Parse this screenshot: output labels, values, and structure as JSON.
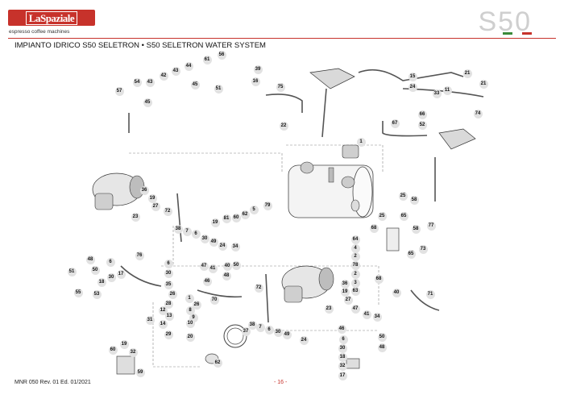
{
  "header": {
    "brand": "LaSpaziale",
    "tagline": "espresso coffee machines",
    "model": "S50",
    "flag_colors": [
      "#3c8a3a",
      "#ffffff",
      "#c7322b"
    ]
  },
  "title": "IMPIANTO IDRICO S50 SELETRON • S50 SELETRON WATER SYSTEM",
  "footer": {
    "doc_info": "MNR 050   Rev. 01 Ed. 01/2021",
    "page": "- 16 -"
  },
  "callouts": [
    {
      "id": "56"
    },
    {
      "id": "61"
    },
    {
      "id": "44"
    },
    {
      "id": "43"
    },
    {
      "id": "42"
    },
    {
      "id": "54"
    },
    {
      "id": "43b",
      "text": "43"
    },
    {
      "id": "45"
    },
    {
      "id": "45b",
      "text": "45"
    },
    {
      "id": "57"
    },
    {
      "id": "51"
    },
    {
      "id": "39"
    },
    {
      "id": "16"
    },
    {
      "id": "75"
    },
    {
      "id": "22"
    },
    {
      "id": "1"
    },
    {
      "id": "21"
    },
    {
      "id": "15"
    },
    {
      "id": "24"
    },
    {
      "id": "21b",
      "text": "21"
    },
    {
      "id": "33"
    },
    {
      "id": "11"
    },
    {
      "id": "74"
    },
    {
      "id": "66"
    },
    {
      "id": "52"
    },
    {
      "id": "67"
    },
    {
      "id": "36"
    },
    {
      "id": "19"
    },
    {
      "id": "27"
    },
    {
      "id": "23"
    },
    {
      "id": "72"
    },
    {
      "id": "79"
    },
    {
      "id": "5"
    },
    {
      "id": "62"
    },
    {
      "id": "60"
    },
    {
      "id": "81"
    },
    {
      "id": "19b",
      "text": "19"
    },
    {
      "id": "25"
    },
    {
      "id": "58"
    },
    {
      "id": "25b",
      "text": "25"
    },
    {
      "id": "65"
    },
    {
      "id": "77"
    },
    {
      "id": "68"
    },
    {
      "id": "58b",
      "text": "58"
    },
    {
      "id": "73"
    },
    {
      "id": "65b",
      "text": "65"
    },
    {
      "id": "64"
    },
    {
      "id": "4"
    },
    {
      "id": "2"
    },
    {
      "id": "78"
    },
    {
      "id": "2b",
      "text": "2"
    },
    {
      "id": "3"
    },
    {
      "id": "63"
    },
    {
      "id": "68b",
      "text": "68"
    },
    {
      "id": "38"
    },
    {
      "id": "7"
    },
    {
      "id": "6"
    },
    {
      "id": "30"
    },
    {
      "id": "49"
    },
    {
      "id": "24b",
      "text": "24"
    },
    {
      "id": "34"
    },
    {
      "id": "48"
    },
    {
      "id": "76"
    },
    {
      "id": "6b",
      "text": "6"
    },
    {
      "id": "50"
    },
    {
      "id": "51b",
      "text": "51"
    },
    {
      "id": "18"
    },
    {
      "id": "30b",
      "text": "30"
    },
    {
      "id": "17"
    },
    {
      "id": "55"
    },
    {
      "id": "53"
    },
    {
      "id": "6c",
      "text": "6"
    },
    {
      "id": "30c",
      "text": "30"
    },
    {
      "id": "35"
    },
    {
      "id": "26"
    },
    {
      "id": "28"
    },
    {
      "id": "12"
    },
    {
      "id": "13"
    },
    {
      "id": "14"
    },
    {
      "id": "29"
    },
    {
      "id": "31"
    },
    {
      "id": "47"
    },
    {
      "id": "41"
    },
    {
      "id": "40"
    },
    {
      "id": "50b",
      "text": "50"
    },
    {
      "id": "48b",
      "text": "48"
    },
    {
      "id": "46"
    },
    {
      "id": "70"
    },
    {
      "id": "1b",
      "text": "1"
    },
    {
      "id": "8"
    },
    {
      "id": "26b",
      "text": "26"
    },
    {
      "id": "9"
    },
    {
      "id": "10"
    },
    {
      "id": "20"
    },
    {
      "id": "37"
    },
    {
      "id": "62b",
      "text": "62"
    },
    {
      "id": "60b",
      "text": "60"
    },
    {
      "id": "19c",
      "text": "19"
    },
    {
      "id": "32"
    },
    {
      "id": "59"
    },
    {
      "id": "72b",
      "text": "72"
    },
    {
      "id": "36b",
      "text": "36"
    },
    {
      "id": "19d",
      "text": "19"
    },
    {
      "id": "27b",
      "text": "27"
    },
    {
      "id": "23b",
      "text": "23"
    },
    {
      "id": "38b",
      "text": "38"
    },
    {
      "id": "7b",
      "text": "7"
    },
    {
      "id": "6d",
      "text": "6"
    },
    {
      "id": "30d",
      "text": "30"
    },
    {
      "id": "49b",
      "text": "49"
    },
    {
      "id": "24c",
      "text": "24"
    },
    {
      "id": "47b",
      "text": "47"
    },
    {
      "id": "41b",
      "text": "41"
    },
    {
      "id": "34b",
      "text": "34"
    },
    {
      "id": "46b",
      "text": "46"
    },
    {
      "id": "50c",
      "text": "50"
    },
    {
      "id": "48c",
      "text": "48"
    },
    {
      "id": "6e",
      "text": "6"
    },
    {
      "id": "30e",
      "text": "30"
    },
    {
      "id": "18b",
      "text": "18"
    },
    {
      "id": "32b",
      "text": "32"
    },
    {
      "id": "17b",
      "text": "17"
    },
    {
      "id": "40b",
      "text": "40"
    },
    {
      "id": "71"
    }
  ]
}
